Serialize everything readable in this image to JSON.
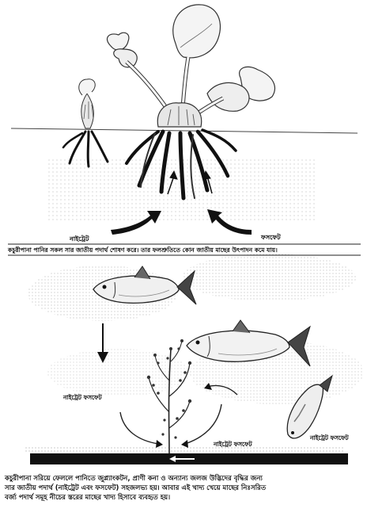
{
  "panel_top": {
    "label_left": "নাইট্রেট",
    "label_right": "ফসফেট",
    "caption": "কচুরীপানা পানির সকল সার জাতীয় পদার্থ শোষণ করে। তার ফলশ্রুতিতে কোন জাতীয় মাছের উৎপাদন কমে যায়।"
  },
  "panel_bottom": {
    "label_left": "নাইট্রেট ফসফেট",
    "label_mid": "নাইট্রেট ফসফেট",
    "label_right": "নাইট্রেট ফসফেট",
    "caption_line1": "কচুরীপানা সরিয়ে ফেললে পানিতে জুপ্ল্যাংকটন, প্রাণী কনা ও অন্যান্য জলজ উদ্ভিদের বৃদ্ধির জন্য",
    "caption_line2": "সার জাতীয় পদার্থ (নাইট্রেট এবং ফসফেট) সহজলভ্য হয়। আবার এই খাদ্য খেয়ে মাছের নিঃসরিত",
    "caption_line3": "বর্জ্য পদার্থ সমূহ নীচের স্তরের মাছের খাদ্য হিসাবে ব্যবহৃত হয়।"
  }
}
